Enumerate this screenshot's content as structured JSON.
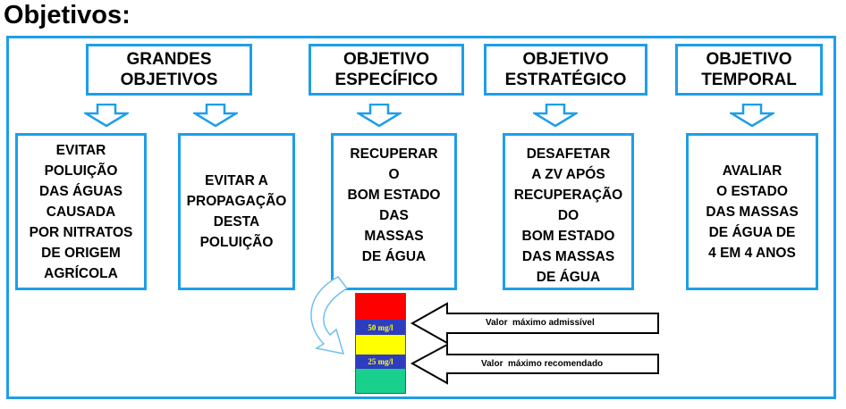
{
  "page_title": "Objetivos:",
  "headers": {
    "grandes": "GRANDES\nOBJETIVOS",
    "especifico": "OBJETIVO\nESPECÍFICO",
    "estrategico": "OBJETIVO\nESTRATÉGICO",
    "temporal": "OBJETIVO\nTEMPORAL"
  },
  "boxes": {
    "evitar_poluicao": "EVITAR\nPOLUIÇÃO\nDAS ÁGUAS\nCAUSADA\nPOR NITRATOS\nDE ORIGEM\nAGRÍCOLA",
    "evitar_propagacao": "EVITAR  A\nPROPAGAÇÃO\nDESTA\nPOLUIÇÃO",
    "recuperar": "RECUPERAR\nO\nBOM ESTADO\nDAS\nMASSAS\nDE ÁGUA",
    "desafetar": "DESAFETAR\nA ZV APÓS\nRECUPERAÇÃO\nDO\nBOM ESTADO\nDAS MASSAS\nDE ÁGUA",
    "avaliar": "AVALIAR\nO ESTADO\nDAS MASSAS\nDE ÁGUA DE\n4 EM 4 ANOS"
  },
  "scale": {
    "label_50": "50 mg/l",
    "label_25": "25 mg/l",
    "colors": {
      "red": "#ff0000",
      "blue": "#2e3cbf",
      "yellow": "#ffff00",
      "green": "#19cf8c"
    }
  },
  "callouts": {
    "max_admissivel": "Valor  máximo admissível",
    "max_recomendado": "Valor  máximo recomendado"
  },
  "colors": {
    "frame": "#1e9ee8"
  }
}
